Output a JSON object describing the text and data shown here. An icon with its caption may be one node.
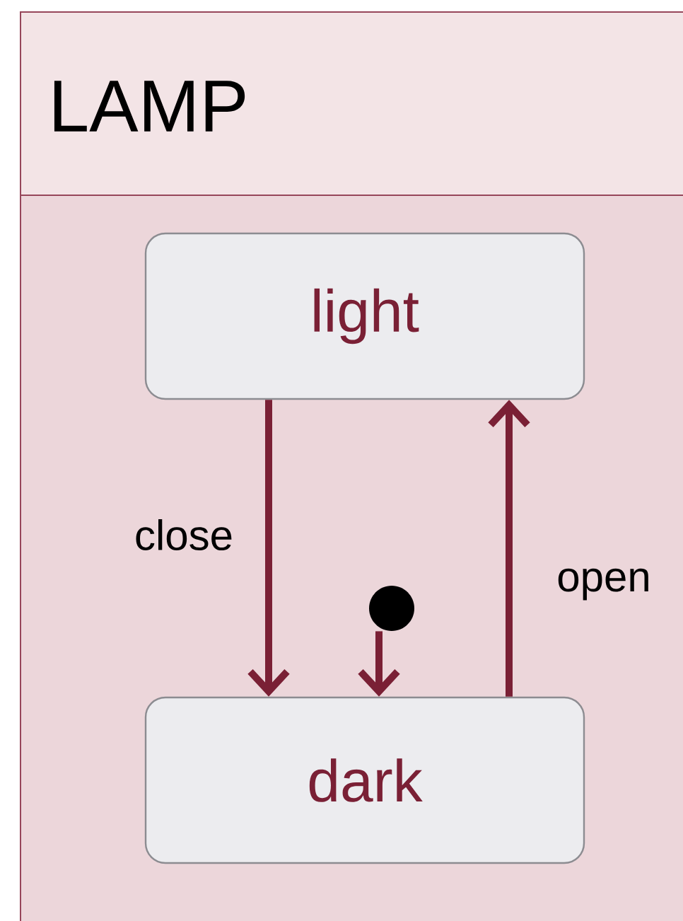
{
  "diagram": {
    "nodes": [
      {
        "text": [
          "LAMP"
        ]
      },
      {
        "text": [
          "light"
        ],
        "in": 0
      },
      {
        "text": [
          "dark"
        ],
        "in": 0
      },
      {
        "text": [],
        "shape": "circle",
        "in": 0
      }
    ],
    "edges": [
      {
        "from": 1,
        "to": 2,
        "arrow": "to",
        "label": "close"
      },
      {
        "from": 2,
        "to": 1,
        "arrow": "to",
        "label": "open"
      },
      {
        "from": 3,
        "to": 2,
        "arrow": "to"
      }
    ]
  }
}
